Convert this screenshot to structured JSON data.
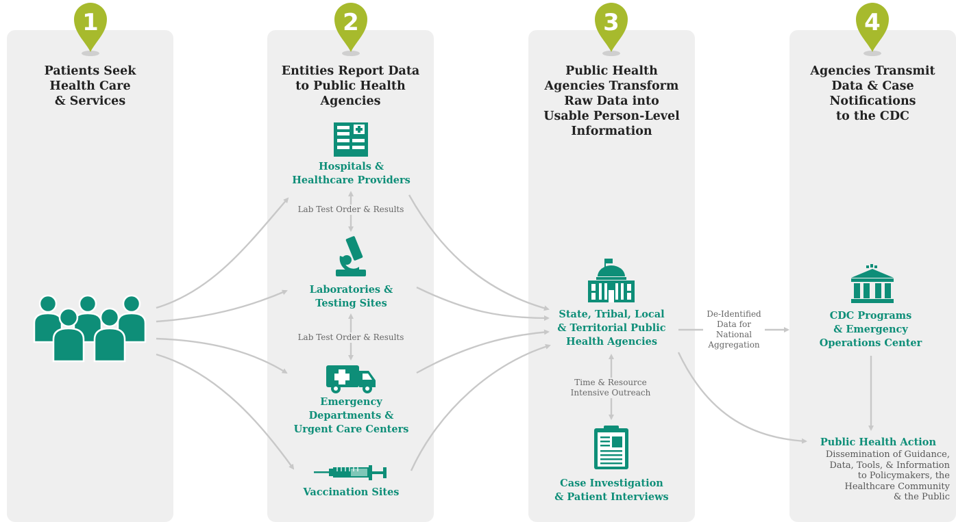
{
  "colors": {
    "green": "#0e8e78",
    "pin": "#a7ba2d",
    "panel": "#efefef",
    "arrow": "#c8c8c8"
  },
  "steps": [
    {
      "number": "1",
      "title": "Patients Seek\nHealth Care\n& Services"
    },
    {
      "number": "2",
      "title": "Entities Report Data\nto Public Health\nAgencies"
    },
    {
      "number": "3",
      "title": "Public Health\nAgencies Transform\nRaw Data into\nUsable Person-Level\nInformation"
    },
    {
      "number": "4",
      "title": "Agencies Transmit\nData & Case\nNotifications\nto the CDC"
    }
  ],
  "entities": {
    "hospitals": "Hospitals &\nHealthcare Providers",
    "labs": "Laboratories &\nTesting Sites",
    "emergency": "Emergency\nDepartments &\nUrgent Care Centers",
    "vaccination": "Vaccination Sites",
    "agencies": "State, Tribal, Local\n& Territorial Public\nHealth Agencies",
    "case": "Case Investigation\n& Patient Interviews",
    "cdc": "CDC Programs\n& Emergency\nOperations Center"
  },
  "edges": {
    "lab_order_1": "Lab Test Order & Results",
    "lab_order_2": "Lab Test Order & Results",
    "outreach": "Time & Resource\nIntensive Outreach",
    "deidentified": "De-Identified\nData for\nNational\nAggregation"
  },
  "action": {
    "title": "Public Health Action",
    "text": "Dissemination of Guidance,\nData, Tools, & Information\nto Policymakers, the\nHealthcare Community\n& the Public"
  },
  "icons": [
    "people-icon",
    "hospital-icon",
    "microscope-icon",
    "ambulance-icon",
    "syringe-icon",
    "capitol-building-icon",
    "clipboard-icon",
    "cdc-building-icon"
  ]
}
